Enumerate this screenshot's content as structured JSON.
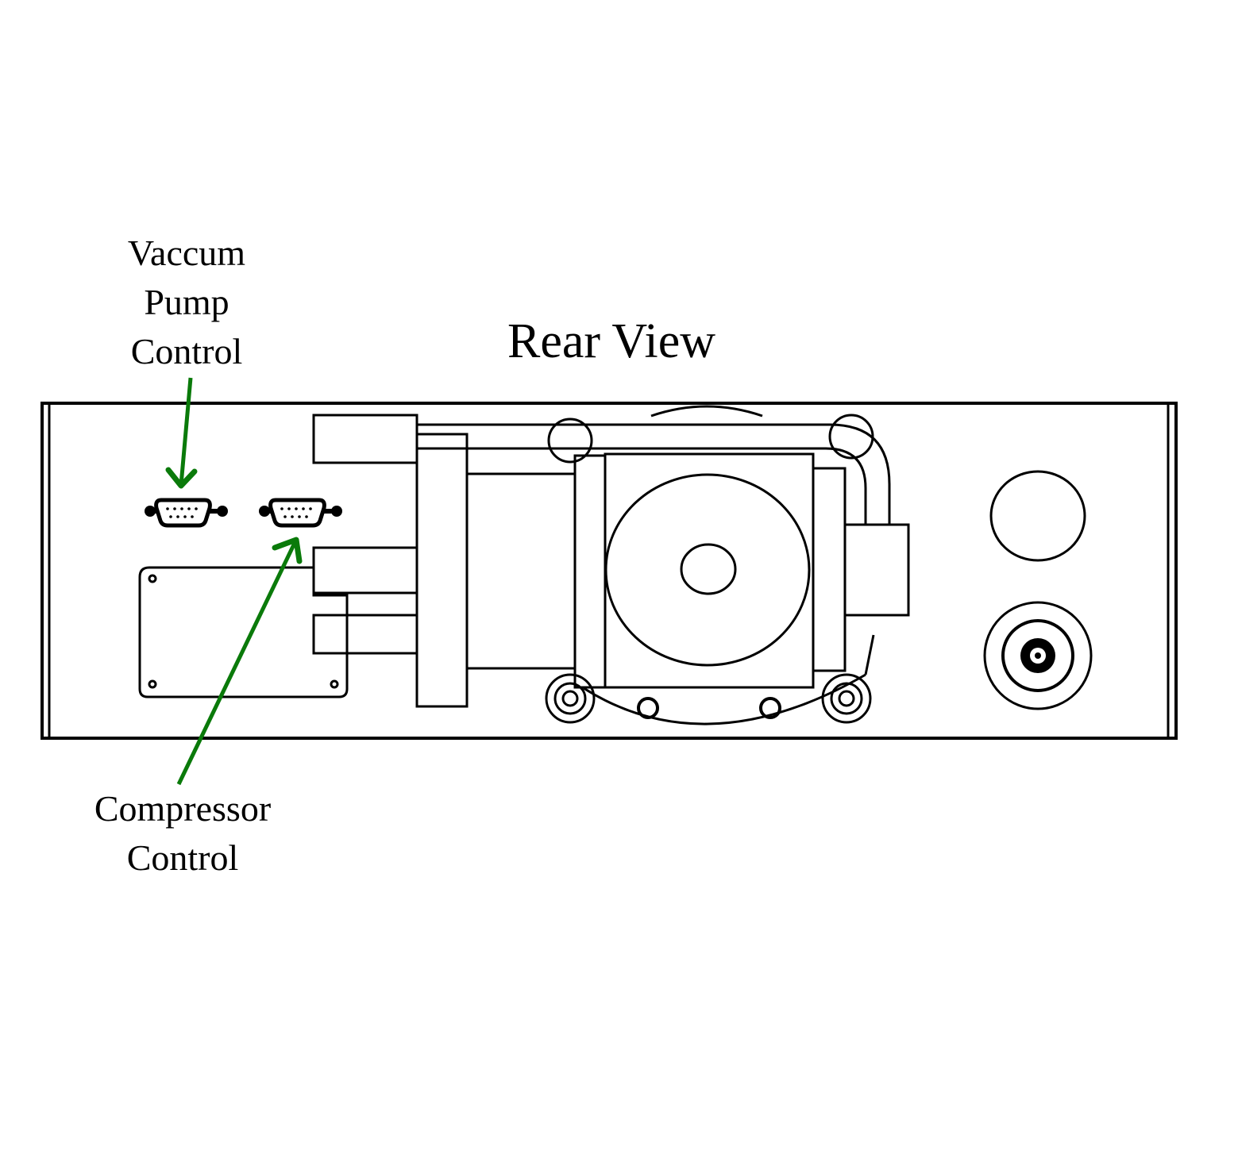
{
  "title": "Rear View",
  "labels": {
    "vacuum_pump_control": [
      "Vaccum",
      "Pump",
      "Control"
    ],
    "compressor_control": [
      "Compressor",
      "Control"
    ]
  },
  "colors": {
    "arrow": "#0a7a0a",
    "line": "#000000",
    "background": "#ffffff"
  }
}
